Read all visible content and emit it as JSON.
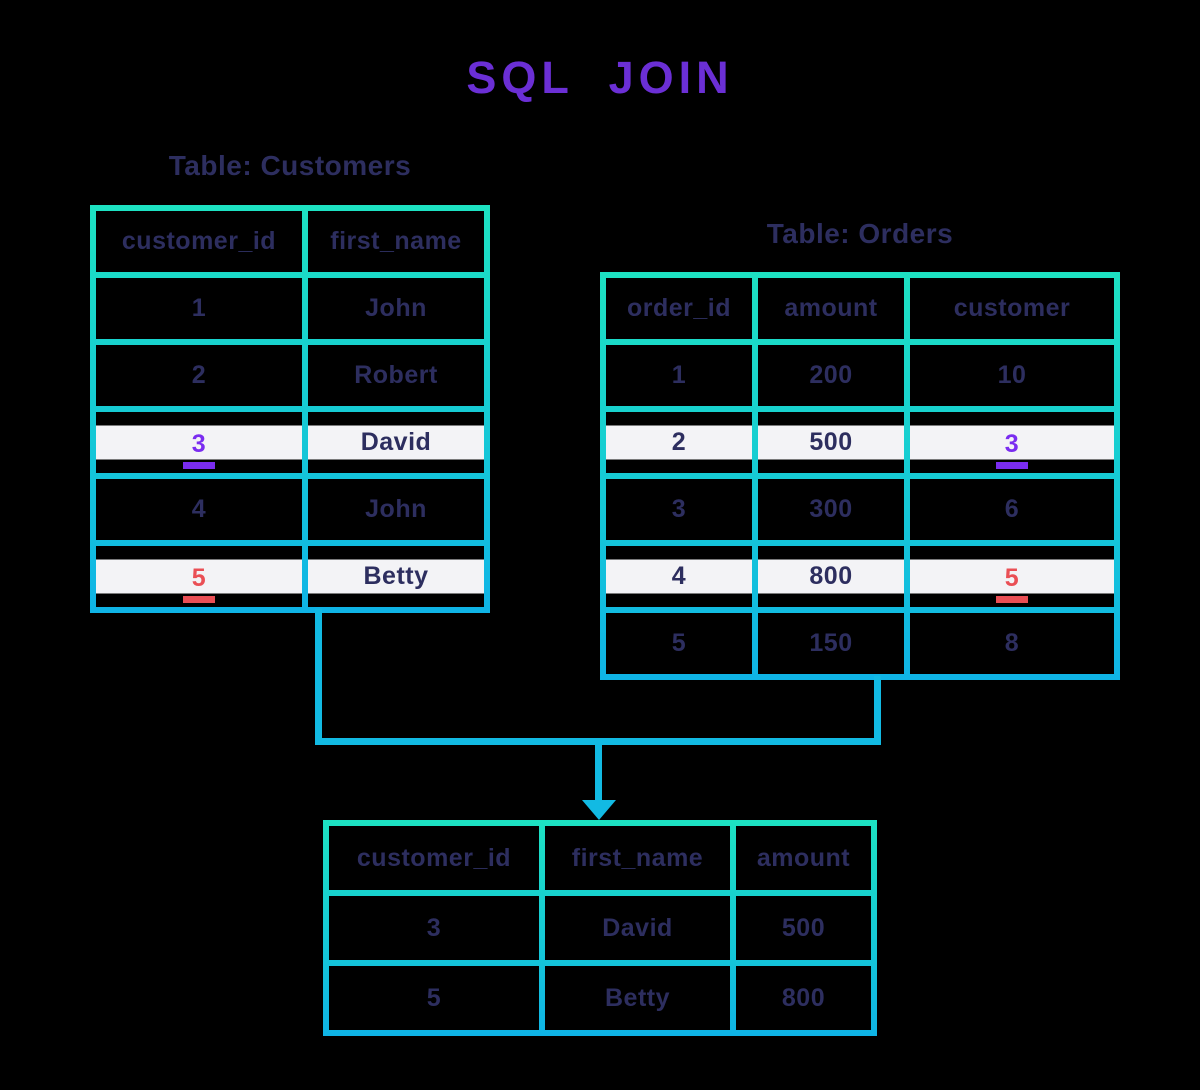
{
  "title": "SQL JOIN",
  "colors": {
    "background": "#000000",
    "title_purple": "#6B2FD5",
    "text_navy": "#2D2E5F",
    "table_border_top": "#1DE2C2",
    "table_border_bottom": "#0FB4E6",
    "connector_blue": "#12BAE3",
    "highlight_stripe": "#F3F3F6",
    "match_purple": "#7A2CF0",
    "match_red": "#EA4F55"
  },
  "tables": {
    "customers": {
      "label": "Table: Customers",
      "columns": [
        "customer_id",
        "first_name"
      ],
      "rows": [
        {
          "cells": [
            "1",
            "John"
          ]
        },
        {
          "cells": [
            "2",
            "Robert"
          ]
        },
        {
          "cells": [
            "3",
            "David"
          ],
          "highlight": true,
          "match_col": 0,
          "match_color": "purple"
        },
        {
          "cells": [
            "4",
            "John"
          ]
        },
        {
          "cells": [
            "5",
            "Betty"
          ],
          "highlight": true,
          "match_col": 0,
          "match_color": "red"
        }
      ]
    },
    "orders": {
      "label": "Table: Orders",
      "columns": [
        "order_id",
        "amount",
        "customer"
      ],
      "rows": [
        {
          "cells": [
            "1",
            "200",
            "10"
          ]
        },
        {
          "cells": [
            "2",
            "500",
            "3"
          ],
          "highlight": true,
          "match_col": 2,
          "match_color": "purple"
        },
        {
          "cells": [
            "3",
            "300",
            "6"
          ]
        },
        {
          "cells": [
            "4",
            "800",
            "5"
          ],
          "highlight": true,
          "match_col": 2,
          "match_color": "red"
        },
        {
          "cells": [
            "5",
            "150",
            "8"
          ]
        }
      ]
    },
    "result": {
      "columns": [
        "customer_id",
        "first_name",
        "amount"
      ],
      "rows": [
        {
          "cells": [
            "3",
            "David",
            "500"
          ]
        },
        {
          "cells": [
            "5",
            "Betty",
            "800"
          ]
        }
      ]
    }
  }
}
